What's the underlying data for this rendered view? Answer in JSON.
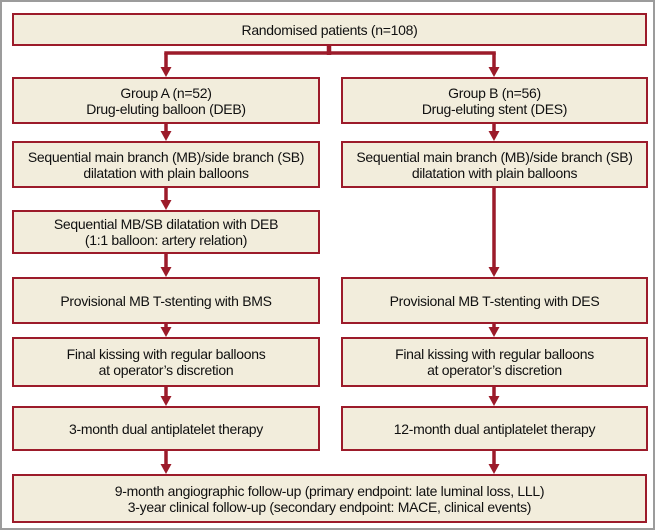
{
  "colors": {
    "accent_red": "#9c1b2a",
    "box_fill": "#f2eddc",
    "outer_frame_gray": "#9c9c9c",
    "background": "#ffffff",
    "text": "#101010"
  },
  "boxes": {
    "randomised": {
      "l1": "Randomised patients (n=108)"
    },
    "groupA": {
      "l1": "Group A (n=52)",
      "l2": "Drug-eluting balloon (DEB)"
    },
    "groupB": {
      "l1": "Group B (n=56)",
      "l2": "Drug-eluting stent (DES)"
    },
    "seqA": {
      "l1": "Sequential main branch (MB)/side branch (SB)",
      "l2": "dilatation with plain balloons"
    },
    "seqB": {
      "l1": "Sequential main branch (MB)/side branch (SB)",
      "l2": "dilatation with plain balloons"
    },
    "debdil": {
      "l1": "Sequential MB/SB dilatation with DEB",
      "l2": "(1:1 balloon: artery relation)"
    },
    "stentA": {
      "l1": "Provisional MB T-stenting with BMS"
    },
    "stentB": {
      "l1": "Provisional MB T-stenting with DES"
    },
    "kissA": {
      "l1": "Final kissing with regular balloons",
      "l2": "at operator’s discretion"
    },
    "kissB": {
      "l1": "Final kissing with regular balloons",
      "l2": "at operator’s discretion"
    },
    "dualA": {
      "l1": "3-month dual antiplatelet therapy"
    },
    "dualB": {
      "l1": "12-month dual antiplatelet therapy"
    },
    "followup": {
      "l1": "9-month angiographic follow-up (primary endpoint: late luminal loss, LLL)",
      "l2": "3-year clinical follow-up (secondary endpoint: MACE, clinical events)"
    }
  }
}
